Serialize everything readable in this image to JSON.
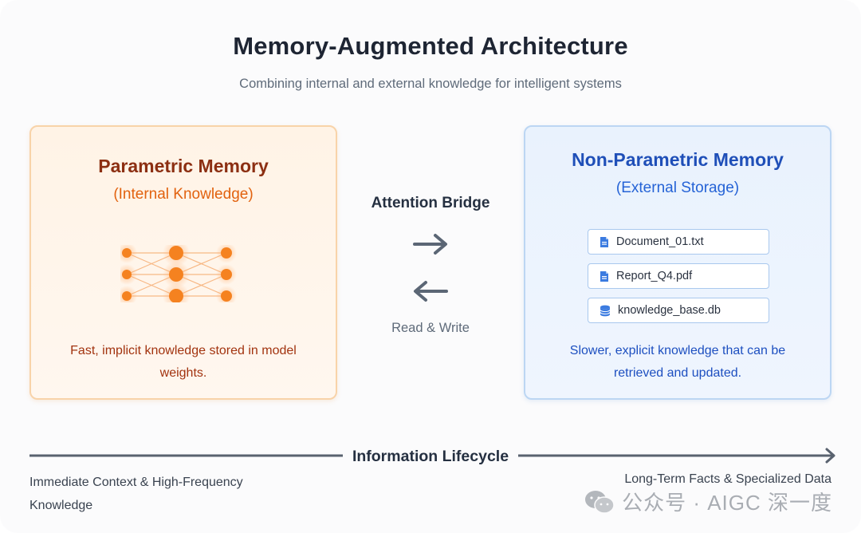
{
  "header": {
    "title": "Memory-Augmented Architecture",
    "subtitle": "Combining internal and external knowledge for intelligent systems"
  },
  "parametric": {
    "title": "Parametric Memory",
    "subtitle": "(Internal Knowledge)",
    "description": "Fast, implicit knowledge stored in model weights.",
    "accent_color": "#e2620f",
    "node_color": "#f58220"
  },
  "non_parametric": {
    "title": "Non-Parametric Memory",
    "subtitle": "(External Storage)",
    "description": "Slower, explicit knowledge that can be retrieved and updated.",
    "accent_color": "#2563d6",
    "files": [
      {
        "name": "Document_01.txt",
        "icon": "document-icon"
      },
      {
        "name": "Report_Q4.pdf",
        "icon": "document-icon"
      },
      {
        "name": "knowledge_base.db",
        "icon": "database-icon"
      }
    ]
  },
  "bridge": {
    "title": "Attention Bridge",
    "note": "Read & Write",
    "arrows": [
      "arrow-right-icon",
      "arrow-left-icon"
    ]
  },
  "lifecycle": {
    "label": "Information Lifecycle",
    "left_caption": "Immediate Context & High-Frequency Knowledge",
    "right_caption": "Long-Term Facts & Specialized Data"
  },
  "watermark": {
    "text": "公众号 · AIGC 深一度",
    "icon": "wechat-icon"
  }
}
